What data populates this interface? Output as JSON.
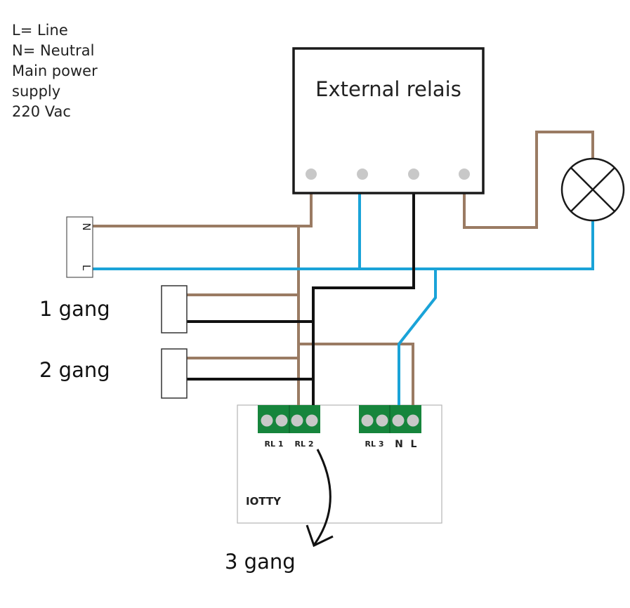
{
  "legend": {
    "line1": "L= Line",
    "line2": "N= Neutral",
    "line3": "Main power",
    "line4": "supply",
    "line5": "220 Vac"
  },
  "external_relais": {
    "title": "External relais"
  },
  "mains_block": {
    "n_label": "N",
    "l_label": "L"
  },
  "gangs": {
    "one": "1 gang",
    "two": "2 gang",
    "three": "3 gang"
  },
  "iotty": {
    "name": "IOTTY",
    "rl1": "RL 1",
    "rl2": "RL 2",
    "rl3": "RL 3",
    "n": "N",
    "l": "L"
  },
  "colors": {
    "brown": "#9a7b63",
    "blue": "#1aa3d8",
    "black": "#111111",
    "terminal_green": "#16853c",
    "screw_grey": "#c8c8c8"
  }
}
